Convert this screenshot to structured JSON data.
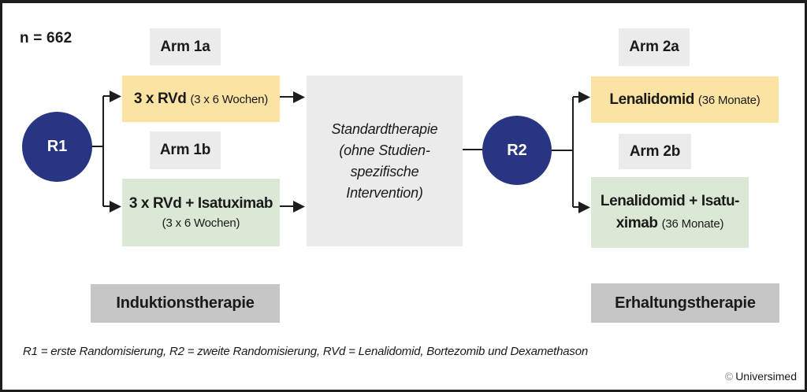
{
  "colors": {
    "navy": "#283583",
    "yellow": "#fbe3a3",
    "green": "#dce8d6",
    "box_gray": "#ebebeb",
    "phase_gray": "#c6c6c6",
    "line": "#1d1d1b"
  },
  "population_label": "n = 662",
  "randomization": {
    "r1_label": "R1",
    "r2_label": "R2"
  },
  "induction": {
    "arm_a": {
      "label": "Arm 1a",
      "therapy": "3 x RVd",
      "duration": "(3 x 6 Wochen)"
    },
    "arm_b": {
      "label": "Arm 1b",
      "therapy": "3 x RVd + Isatuximab",
      "duration": "(3 x 6 Wochen)"
    },
    "phase_label": "Induktionstherapie"
  },
  "standard_therapy": {
    "lines": [
      "Standardtherapie",
      "(ohne Studien-",
      "spezifische",
      "Intervention)"
    ]
  },
  "maintenance": {
    "arm_a": {
      "label": "Arm 2a",
      "therapy": "Lenalidomid",
      "duration": "(36 Monate)"
    },
    "arm_b": {
      "label": "Arm 2b",
      "therapy_line1": "Lenalidomid + Isatu-",
      "therapy_line2": "ximab",
      "duration": "(36 Monate)"
    },
    "phase_label": "Erhaltungstherapie"
  },
  "footnote": "R1 = erste Randomisierung, R2 = zweite Randomisierung, RVd = Lenalidomid, Bortezomib und Dexamethason",
  "copyright_symbol": "©",
  "copyright_name": "Universimed"
}
